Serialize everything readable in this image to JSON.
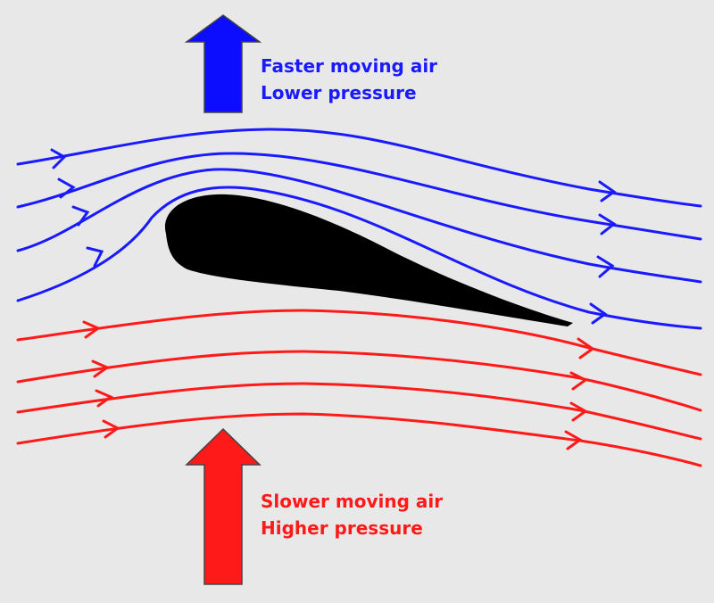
{
  "colors": {
    "background": "#e8e8e8",
    "upper_flow": "#1a1aff",
    "lower_flow": "#ff1a1a",
    "airfoil": "#000000",
    "arrow_outline": "#444444"
  },
  "top": {
    "line1": "Faster moving air",
    "line2": "Lower pressure",
    "arrow_direction": "up"
  },
  "bottom": {
    "line1": "Slower moving air",
    "line2": "Higher pressure",
    "arrow_direction": "up"
  },
  "streamlines": {
    "upper_count": 4,
    "lower_count": 4
  }
}
